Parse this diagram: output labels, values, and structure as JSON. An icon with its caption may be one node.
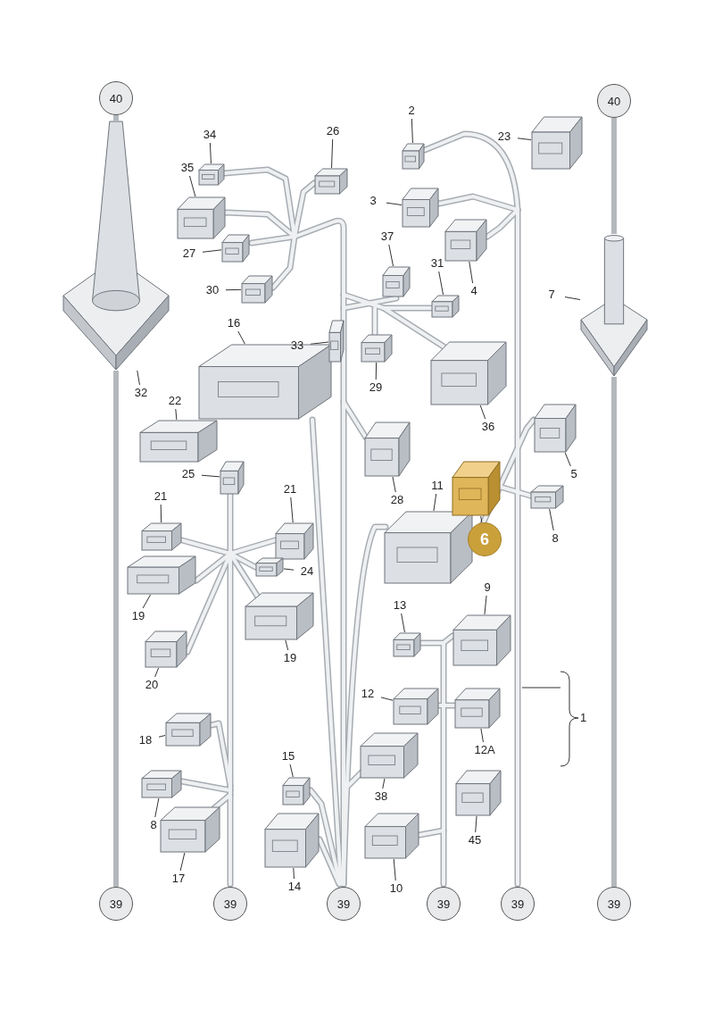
{
  "diagram": {
    "nodes": [
      {
        "text": [
          "40"
        ]
      },
      {
        "text": [
          "40"
        ]
      },
      {
        "text": [
          "2"
        ]
      },
      {
        "text": [],
        "shape": "picture"
      },
      {
        "text": [
          "23"
        ]
      },
      {
        "text": [],
        "shape": "picture"
      },
      {
        "text": [
          "34"
        ]
      },
      {
        "text": [],
        "shape": "picture"
      },
      {
        "text": [
          "26"
        ]
      },
      {
        "text": [],
        "shape": "picture"
      },
      {
        "text": [
          "35"
        ]
      },
      {
        "text": [],
        "shape": "picture"
      },
      {
        "text": [
          "3"
        ]
      },
      {
        "text": [],
        "shape": "picture"
      },
      {
        "text": [
          "27"
        ]
      },
      {
        "text": [],
        "shape": "picture"
      },
      {
        "text": [
          "37"
        ]
      },
      {
        "text": [],
        "shape": "picture"
      },
      {
        "text": [
          "31"
        ]
      },
      {
        "text": [],
        "shape": "picture"
      },
      {
        "text": [
          "4"
        ]
      },
      {
        "text": [],
        "shape": "picture"
      },
      {
        "text": [
          "30"
        ]
      },
      {
        "text": [],
        "shape": "picture"
      },
      {
        "text": [
          "7"
        ]
      },
      {
        "text": [],
        "shape": "picture"
      },
      {
        "text": [
          "16"
        ]
      },
      {
        "text": [],
        "shape": "picture"
      },
      {
        "text": [
          "32"
        ]
      },
      {
        "text": [],
        "shape": "picture"
      },
      {
        "text": [
          "33"
        ]
      },
      {
        "text": [],
        "shape": "picture"
      },
      {
        "text": [
          "29"
        ]
      },
      {
        "text": [],
        "shape": "picture"
      },
      {
        "text": [
          "36"
        ]
      },
      {
        "text": [],
        "shape": "picture"
      },
      {
        "text": [
          "22"
        ]
      },
      {
        "text": [],
        "shape": "picture"
      },
      {
        "text": [
          "5"
        ]
      },
      {
        "text": [],
        "shape": "picture"
      },
      {
        "text": [
          "25"
        ]
      },
      {
        "text": [],
        "shape": "picture"
      },
      {
        "text": [
          "21"
        ]
      },
      {
        "text": [],
        "shape": "picture"
      },
      {
        "text": [
          "21"
        ]
      },
      {
        "text": [],
        "shape": "picture"
      },
      {
        "text": [
          "28"
        ]
      },
      {
        "text": [],
        "shape": "picture"
      },
      {
        "text": [
          "11"
        ]
      },
      {
        "text": [],
        "shape": "picture"
      },
      {
        "text": [
          "6"
        ]
      },
      {
        "text": [],
        "shape": "picture"
      },
      {
        "text": [
          "8"
        ]
      },
      {
        "text": [],
        "shape": "picture"
      },
      {
        "text": [
          "24"
        ]
      },
      {
        "text": [],
        "shape": "picture"
      },
      {
        "text": [
          "19"
        ]
      },
      {
        "text": [],
        "shape": "picture"
      },
      {
        "text": [
          "19"
        ]
      },
      {
        "text": [],
        "shape": "picture"
      },
      {
        "text": [
          "20"
        ]
      },
      {
        "text": [],
        "shape": "picture"
      },
      {
        "text": [
          "13"
        ]
      },
      {
        "text": [],
        "shape": "picture"
      },
      {
        "text": [
          "9"
        ]
      },
      {
        "text": [],
        "shape": "picture"
      },
      {
        "text": [
          "12"
        ]
      },
      {
        "text": [],
        "shape": "picture"
      },
      {
        "text": [
          "12A"
        ]
      },
      {
        "text": [],
        "shape": "picture"
      },
      {
        "text": [
          "18"
        ]
      },
      {
        "text": [],
        "shape": "picture"
      },
      {
        "text": [
          "15"
        ]
      },
      {
        "text": [],
        "shape": "picture"
      },
      {
        "text": [
          "38"
        ]
      },
      {
        "text": [],
        "shape": "picture"
      },
      {
        "text": [
          "8"
        ]
      },
      {
        "text": [],
        "shape": "picture"
      },
      {
        "text": [
          "17"
        ]
      },
      {
        "text": [],
        "shape": "picture"
      },
      {
        "text": [
          "14"
        ]
      },
      {
        "text": [],
        "shape": "picture"
      },
      {
        "text": [
          "10"
        ]
      },
      {
        "text": [],
        "shape": "picture"
      },
      {
        "text": [
          "45"
        ]
      },
      {
        "text": [],
        "shape": "picture"
      },
      {
        "text": [
          "39"
        ]
      },
      {
        "text": [
          "39"
        ]
      },
      {
        "text": [
          "39"
        ]
      },
      {
        "text": [
          "39"
        ]
      },
      {
        "text": [
          "39"
        ]
      },
      {
        "text": [
          "39"
        ]
      }
    ],
    "edges": [
      {
        "from": 2,
        "to": 3,
        "arrow": "none"
      },
      {
        "from": 4,
        "to": 5,
        "arrow": "none"
      },
      {
        "from": 6,
        "to": 7,
        "arrow": "none"
      },
      {
        "from": 8,
        "to": 9,
        "arrow": "none"
      },
      {
        "from": 10,
        "to": 11,
        "arrow": "none"
      },
      {
        "from": 12,
        "to": 13,
        "arrow": "none"
      },
      {
        "from": 14,
        "to": 15,
        "arrow": "none"
      },
      {
        "from": 16,
        "to": 17,
        "arrow": "none"
      },
      {
        "from": 18,
        "to": 19,
        "arrow": "none"
      },
      {
        "from": 20,
        "to": 21,
        "arrow": "none"
      },
      {
        "from": 22,
        "to": 23,
        "arrow": "none"
      },
      {
        "from": 24,
        "to": 25,
        "arrow": "none"
      },
      {
        "from": 26,
        "to": 27,
        "arrow": "none"
      },
      {
        "from": 28,
        "to": 29,
        "arrow": "none"
      },
      {
        "from": 30,
        "to": 31,
        "arrow": "none"
      },
      {
        "from": 32,
        "to": 33,
        "arrow": "none"
      },
      {
        "from": 34,
        "to": 35,
        "arrow": "none"
      },
      {
        "from": 36,
        "to": 37,
        "arrow": "none"
      },
      {
        "from": 38,
        "to": 39,
        "arrow": "none"
      },
      {
        "from": 40,
        "to": 41,
        "arrow": "none"
      },
      {
        "from": 42,
        "to": 43,
        "arrow": "none"
      },
      {
        "from": 44,
        "to": 45,
        "arrow": "none"
      },
      {
        "from": 46,
        "to": 47,
        "arrow": "none"
      },
      {
        "from": 48,
        "to": 49,
        "arrow": "none"
      },
      {
        "from": 50,
        "to": 51,
        "arrow": "none"
      },
      {
        "from": 52,
        "to": 53,
        "arrow": "none"
      },
      {
        "from": 54,
        "to": 55,
        "arrow": "none"
      },
      {
        "from": 56,
        "to": 57,
        "arrow": "none"
      },
      {
        "from": 58,
        "to": 59,
        "arrow": "none"
      },
      {
        "from": 60,
        "to": 61,
        "arrow": "none"
      },
      {
        "from": 62,
        "to": 63,
        "arrow": "none"
      },
      {
        "from": 64,
        "to": 65,
        "arrow": "none"
      },
      {
        "from": 66,
        "to": 67,
        "arrow": "none"
      },
      {
        "from": 68,
        "to": 69,
        "arrow": "none"
      },
      {
        "from": 70,
        "to": 71,
        "arrow": "none"
      },
      {
        "from": 72,
        "to": 73,
        "arrow": "none"
      },
      {
        "from": 74,
        "to": 75,
        "arrow": "none"
      },
      {
        "from": 76,
        "to": 77,
        "arrow": "none"
      },
      {
        "from": 78,
        "to": 79,
        "arrow": "none"
      },
      {
        "from": 80,
        "to": 81,
        "arrow": "none"
      },
      {
        "from": 82,
        "to": 83,
        "arrow": "none"
      },
      {
        "from": 84,
        "to": 85,
        "arrow": "none"
      },
      {
        "from": 0,
        "to": 29,
        "arrow": "none",
        "style": "thick",
        "color": "#b3b8bd"
      },
      {
        "from": 29,
        "to": 86,
        "arrow": "none",
        "style": "thick",
        "color": "#b3b8bd"
      },
      {
        "from": 1,
        "to": 25,
        "arrow": "none",
        "style": "thick",
        "color": "#b3b8bd"
      },
      {
        "from": 25,
        "to": 91,
        "arrow": "none",
        "style": "thick",
        "color": "#b3b8bd"
      }
    ],
    "labels": [
      "1"
    ]
  }
}
